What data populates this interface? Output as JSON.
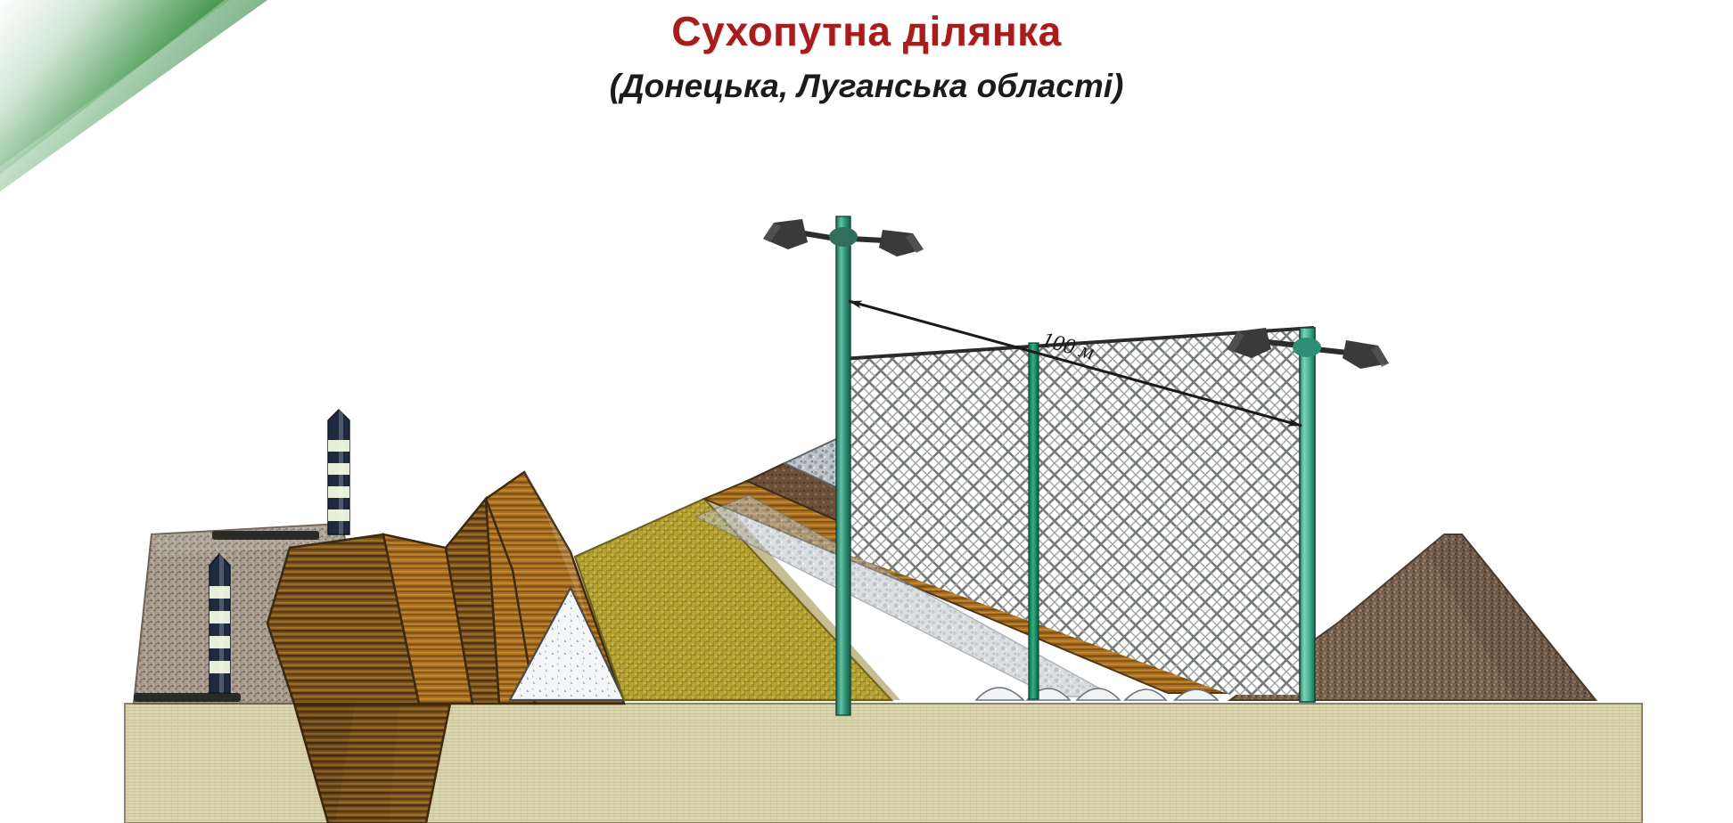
{
  "header": {
    "title": "Сухопутна ділянка",
    "subtitle": "(Донецька, Луганська області)",
    "title_color": "#a81c1c",
    "subtitle_color": "#1b1b1b"
  },
  "logo": {
    "name": "green-corner-ribbon",
    "colors": [
      "#1c7a32",
      "#3f9e52",
      "#b9ddbf",
      "#ffffff"
    ]
  },
  "diagram": {
    "type": "engineering-cross-section",
    "annotations": [
      {
        "name": "fence-span-dimension",
        "label": "100 м",
        "value": 100,
        "unit": "м",
        "style": "double-headed-arrow",
        "from": "left-lamp-post",
        "to": "right-lamp-post"
      }
    ],
    "elements": [
      {
        "name": "left-lamp-post",
        "kind": "surveillance-mast",
        "pole_color": "#2f8f74",
        "fixture_color": "#3a3a3a",
        "fixtures": 2
      },
      {
        "name": "right-lamp-post",
        "kind": "surveillance-mast",
        "pole_color": "#3aa88b",
        "fixture_color": "#3a3a3a",
        "fixtures": 2
      },
      {
        "name": "chain-link-fence",
        "kind": "mesh-panel",
        "mesh_color": "#6d6f6d",
        "post_color": "#1e8c5f"
      },
      {
        "name": "marker-post-upper",
        "kind": "striped-boundary-marker",
        "stripe_colors": [
          "#1d2a40",
          "#e8efd8"
        ]
      },
      {
        "name": "marker-post-lower",
        "kind": "striped-boundary-marker",
        "stripe_colors": [
          "#1d2a40",
          "#e8efd8"
        ]
      },
      {
        "name": "gravel-pad",
        "kind": "ground-layer",
        "color": "#a79b8d"
      },
      {
        "name": "anti-tank-ditch",
        "kind": "excavation",
        "color": "#7d5a25"
      },
      {
        "name": "earth-berm",
        "kind": "ground-layer",
        "color": "#b5751f"
      },
      {
        "name": "sand-layer",
        "kind": "ground-layer",
        "color": "#b3a030"
      },
      {
        "name": "rubble-mound",
        "kind": "ground-layer",
        "color": "#f2f4f7"
      },
      {
        "name": "crushed-stone-ramp",
        "kind": "ground-layer",
        "color": "#b9bec4"
      },
      {
        "name": "topsoil-strip",
        "kind": "ground-layer",
        "color": "#6b4f33"
      },
      {
        "name": "right-gravel-slope",
        "kind": "ground-layer",
        "color": "#6e5a48"
      },
      {
        "name": "subsoil-base",
        "kind": "ground-layer",
        "color": "#d8d2ab"
      }
    ],
    "palette": {
      "gravel": "#a79b8d",
      "wood_dark": "#6d4a1e",
      "wood_mid": "#8a6224",
      "berm_orange": "#b5751f",
      "sand": "#b3a030",
      "rubble_white": "#f2f4f7",
      "crushed_stone": "#b9bec4",
      "topsoil": "#6b4f33",
      "subsoil": "#d8d2ab",
      "mast_green": "#2f8f74",
      "fence_grey": "#6d6f6d"
    }
  }
}
